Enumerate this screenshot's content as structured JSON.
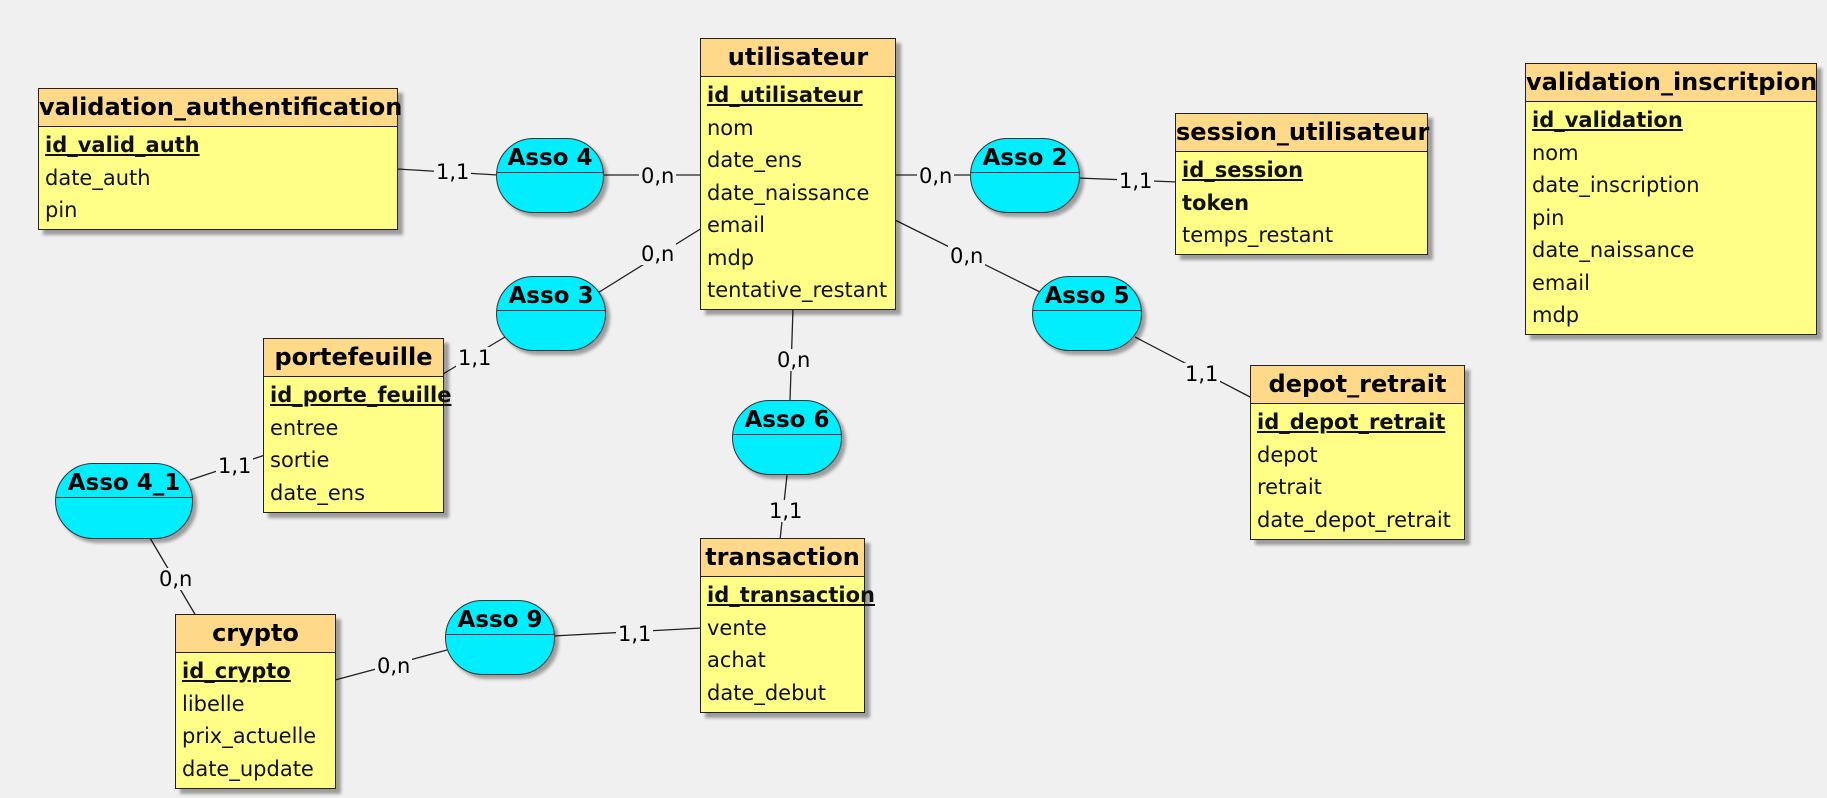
{
  "entities": {
    "utilisateur": {
      "title": "utilisateur",
      "attrs": [
        "id_utilisateur",
        "nom",
        "date_ens",
        "date_naissance",
        "email",
        "mdp",
        "tentative_restant"
      ]
    },
    "validation_authentification": {
      "title": "validation_authentification",
      "attrs": [
        "id_valid_auth",
        "date_auth",
        "pin"
      ]
    },
    "session_utilisateur": {
      "title": "session_utilisateur",
      "attrs": [
        "id_session",
        "token",
        "temps_restant"
      ]
    },
    "validation_inscritpion": {
      "title": "validation_inscritpion",
      "attrs": [
        "id_validation",
        "nom",
        "date_inscription",
        "pin",
        "date_naissance",
        "email",
        "mdp"
      ]
    },
    "portefeuille": {
      "title": "portefeuille",
      "attrs": [
        "id_porte_feuille",
        "entree",
        "sortie",
        "date_ens"
      ]
    },
    "depot_retrait": {
      "title": "depot_retrait",
      "attrs": [
        "id_depot_retrait",
        "depot",
        "retrait",
        "date_depot_retrait"
      ]
    },
    "transaction": {
      "title": "transaction",
      "attrs": [
        "id_transaction",
        "vente",
        "achat",
        "date_debut"
      ]
    },
    "crypto": {
      "title": "crypto",
      "attrs": [
        "id_crypto",
        "libelle",
        "prix_actuelle",
        "date_update"
      ]
    }
  },
  "associations": {
    "asso4": "Asso 4",
    "asso2": "Asso 2",
    "asso3": "Asso 3",
    "asso5": "Asso 5",
    "asso6": "Asso 6",
    "asso4_1": "Asso 4_1",
    "asso9": "Asso 9"
  },
  "cardinalities": {
    "c1": "1,1",
    "c2": "0,n",
    "c3": "0,n",
    "c4": "1,1",
    "c5": "0,n",
    "c6": "1,1",
    "c7": "0,n",
    "c8": "1,1",
    "c9": "0,n",
    "c10": "1,1",
    "c11": "1,1",
    "c12": "0,n",
    "c13": "0,n",
    "c14": "1,1"
  },
  "colors": {
    "entity_header": "#ffd98a",
    "entity_body": "#ffff88",
    "association": "#00eeff",
    "background": "#f0f0f0"
  }
}
